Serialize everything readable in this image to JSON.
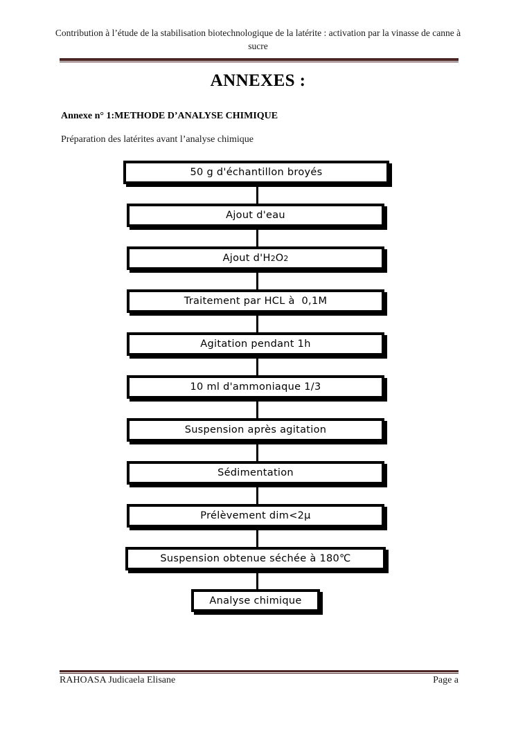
{
  "header": {
    "running_title": "Contribution à l’étude de la stabilisation biotechnologique de la latérite : activation par la vinasse de canne à sucre",
    "rule_color": "#4c2424"
  },
  "title": "ANNEXES :",
  "section": {
    "heading": "Annexe n° 1:METHODE D’ANALYSE CHIMIQUE",
    "subtitle": "Préparation des latérites avant l’analyse chimique"
  },
  "flowchart": {
    "border_color": "#000000",
    "fill_color": "#ffffff",
    "nodes": [
      {
        "label": "50 g d'échantillon broyés"
      },
      {
        "label": "Ajout d'eau"
      },
      {
        "label_prefix": "Ajout d'H",
        "sub1": "2",
        "label_mid": "O",
        "sub2": "2"
      },
      {
        "label": "Traitement par HCL à  0,1M"
      },
      {
        "label": "Agitation pendant 1h"
      },
      {
        "label": "10 ml d'ammoniaque 1/3"
      },
      {
        "label": "Suspension après agitation"
      },
      {
        "label": "Sédimentation"
      },
      {
        "label": "Prélèvement dim<2µ"
      },
      {
        "label": "Suspension obtenue séchée à 180℃"
      },
      {
        "label": "Analyse chimique"
      }
    ]
  },
  "footer": {
    "author": "RAHOASA Judicaela Elisane",
    "page": "Page a",
    "rule_color": "#4c2424"
  }
}
